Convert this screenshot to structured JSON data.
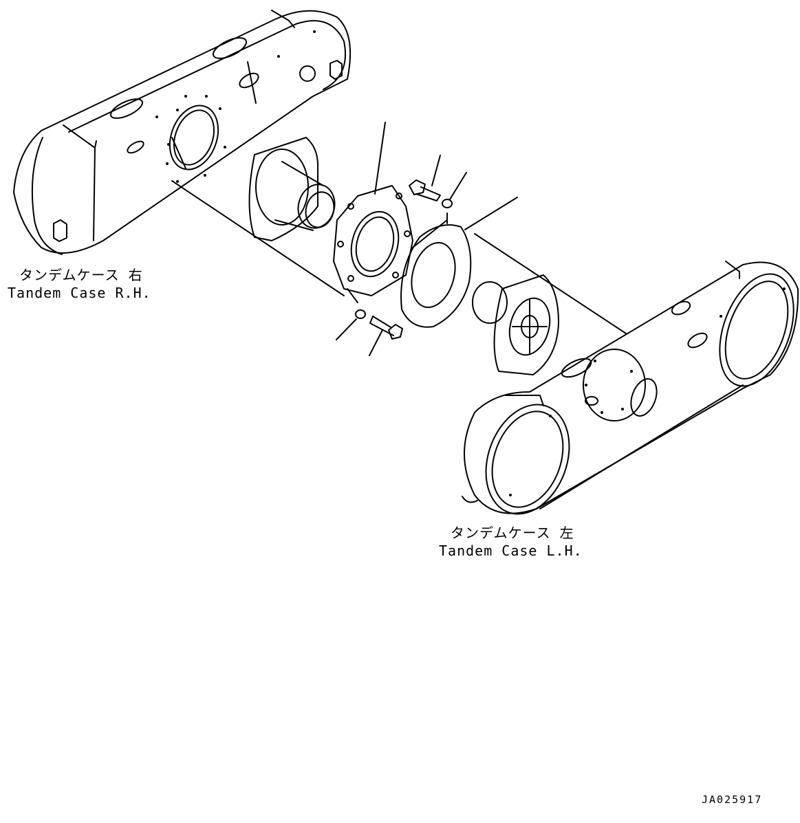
{
  "labels": {
    "rh_jp": "タンデムケース 右",
    "rh_en": "Tandem Case R.H.",
    "lh_jp": "タンデムケース 左",
    "lh_en": "Tandem Case L.H.",
    "drawing_no": "JA025917"
  }
}
